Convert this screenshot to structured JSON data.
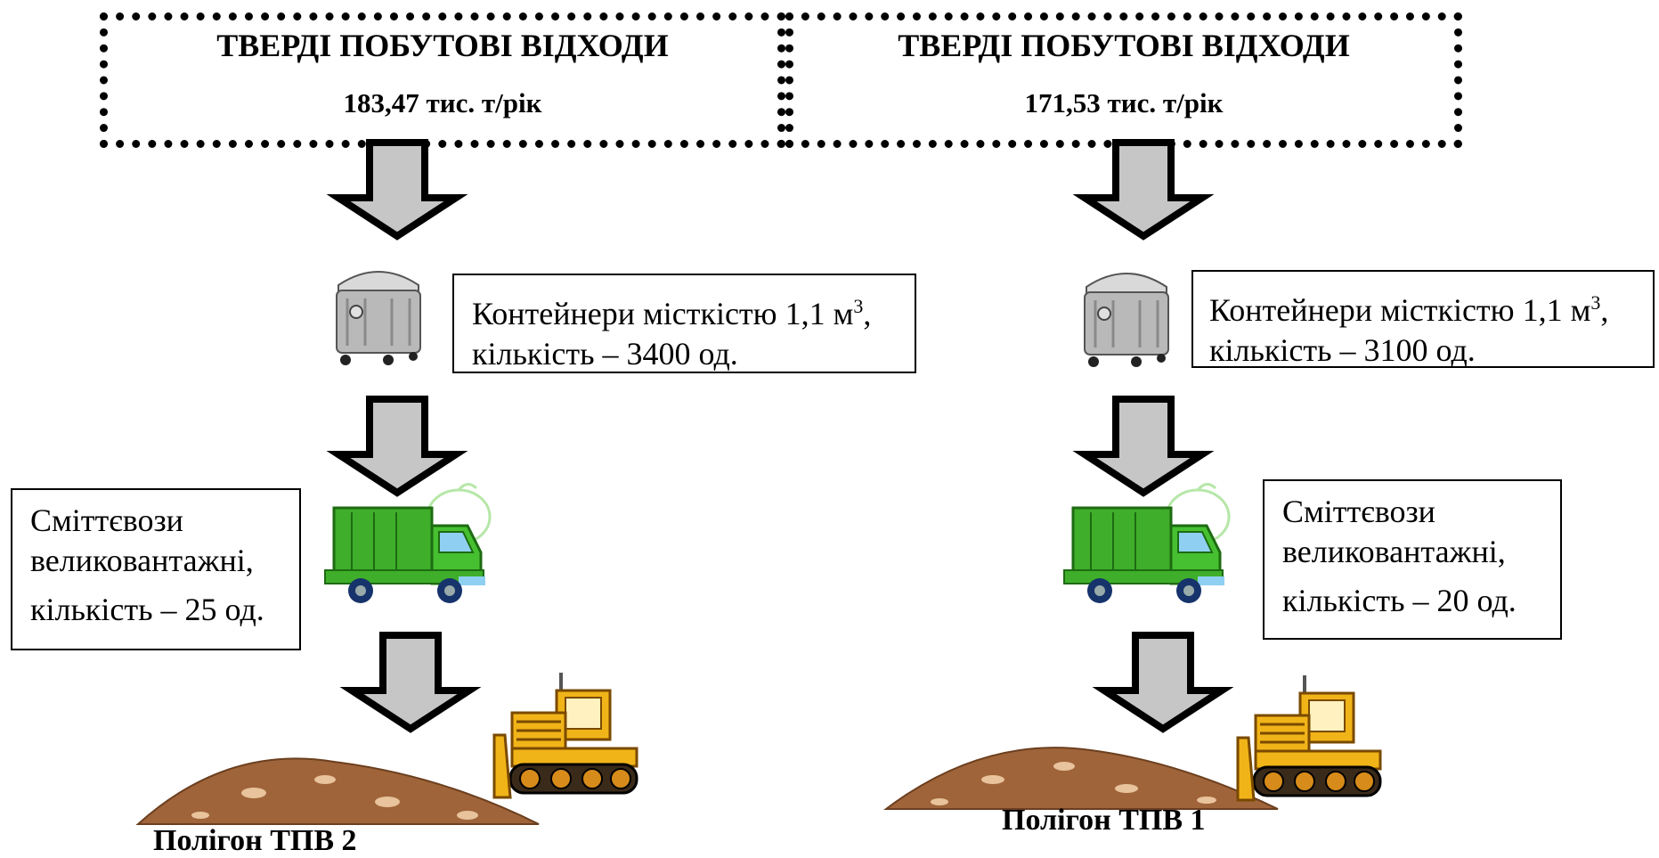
{
  "left": {
    "header_title": "ТВЕРДІ ПОБУТОВІ ВІДХОДИ",
    "header_amount": "183,47 тис. т/рік",
    "container_text_1": "Контейнери місткістю 1,1 м",
    "container_sup": "3",
    "container_text_1_end": ",",
    "container_text_2": "кількість – 3400 од.",
    "truck_line_1": "Сміттєвози",
    "truck_line_2": "великовантажні,",
    "truck_line_3": "кількість – 25 од.",
    "landfill_label": "Полігон ТПВ 2"
  },
  "right": {
    "header_title": "ТВЕРДІ ПОБУТОВІ ВІДХОДИ",
    "header_amount": "171,53 тис. т/рік",
    "container_text_1": "Контейнери місткістю 1,1 м",
    "container_sup": "3",
    "container_text_1_end": ",",
    "container_text_2": "кількість – 3100 од.",
    "truck_line_1": "Сміттєвози",
    "truck_line_2": "великовантажні,",
    "truck_line_3": "кількість – 20 од.",
    "landfill_label": "Полігон ТПВ 1"
  },
  "icons": {
    "arrow": "down-arrow-icon",
    "container": "waste-container-icon",
    "truck": "garbage-truck-icon",
    "bulldozer": "bulldozer-icon",
    "mound": "landfill-mound-icon"
  },
  "colors": {
    "arrow_fill": "#c6c6c6",
    "truck_green": "#3fae2a",
    "bulldozer_yellow": "#f1b418",
    "soil": "#a0643a",
    "container_grey": "#b9b9b9"
  }
}
